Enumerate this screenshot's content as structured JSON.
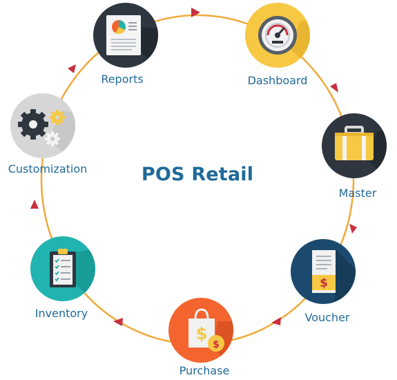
{
  "diagram": {
    "title": "POS Retail",
    "colors": {
      "ring": "#f0a93b",
      "arrow": "#c8303e",
      "label": "#1f6a99"
    },
    "nodes": [
      {
        "id": "reports",
        "label": "Reports",
        "icon": "pie-chart-report-icon",
        "color": "#2f3640"
      },
      {
        "id": "dashboard",
        "label": "Dashboard",
        "icon": "gauge-icon",
        "color": "#f7c843"
      },
      {
        "id": "master",
        "label": "Master",
        "icon": "briefcase-icon",
        "color": "#2f3640"
      },
      {
        "id": "voucher",
        "label": "Voucher",
        "icon": "receipt-icon",
        "color": "#1c4a6e"
      },
      {
        "id": "purchase",
        "label": "Purchase",
        "icon": "shopping-bag-icon",
        "color": "#f3642f"
      },
      {
        "id": "inventory",
        "label": "Inventory",
        "icon": "clipboard-checklist-icon",
        "color": "#21b3b0"
      },
      {
        "id": "customization",
        "label": "Customization",
        "icon": "gears-icon",
        "color": "#d6d6d6"
      }
    ]
  }
}
